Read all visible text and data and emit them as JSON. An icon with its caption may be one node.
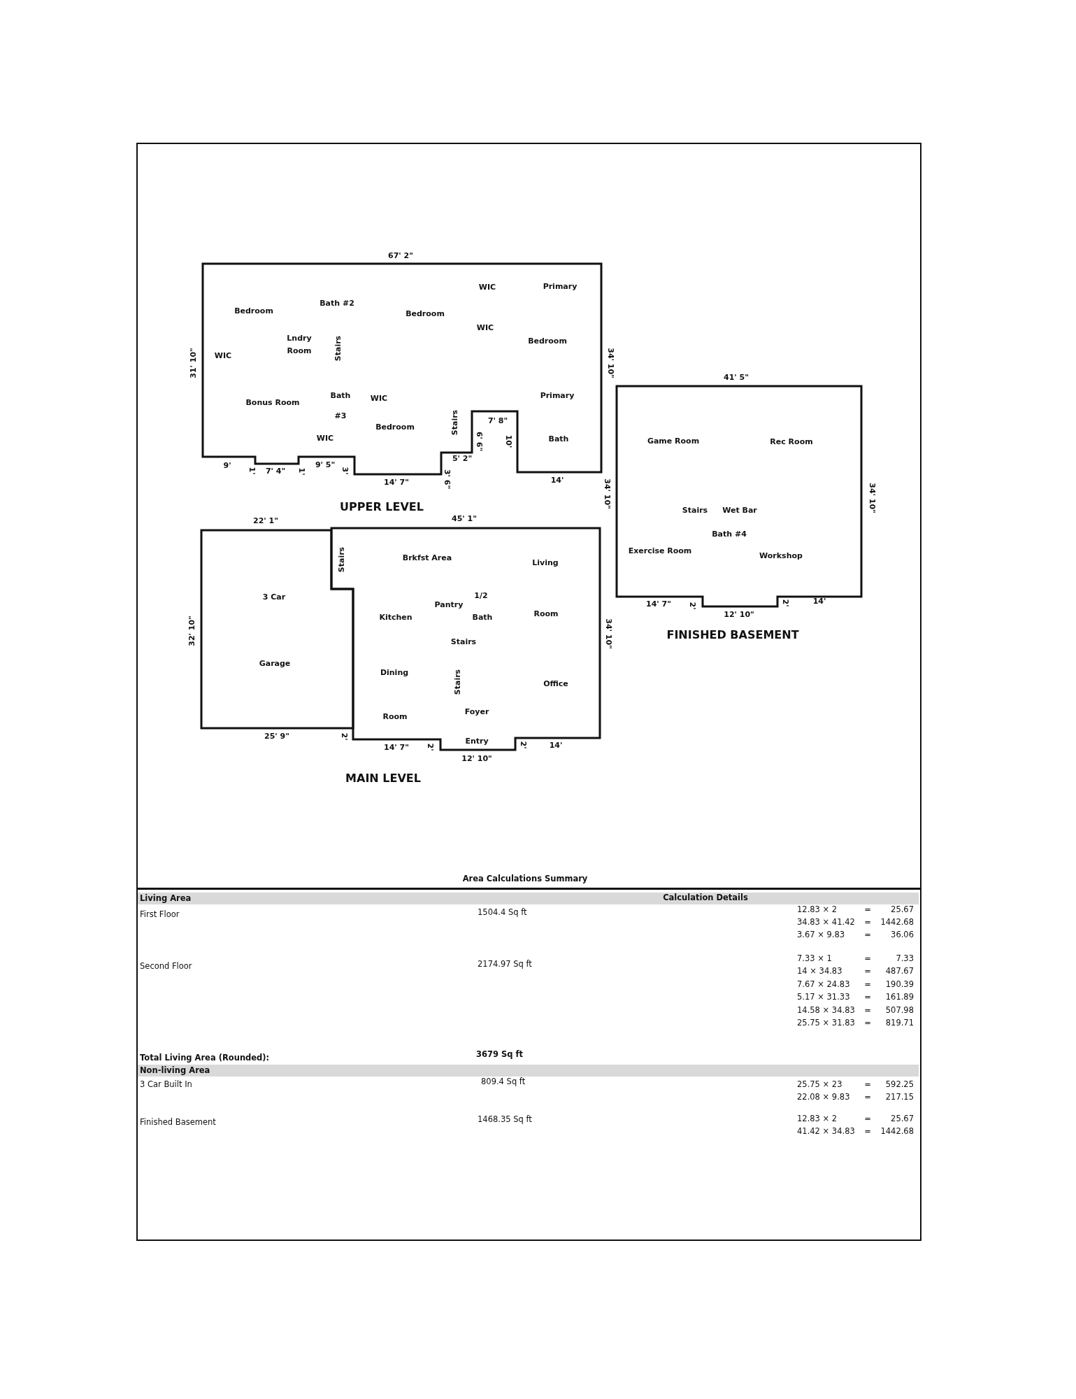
{
  "diagram": {
    "nodes": [
      {
        "text": [
          "WIC",
          "Primary",
          "Bath #2",
          "Bedroom",
          "Bedroom",
          "WIC",
          "Bedroom",
          "Lndry Room",
          "Stairs",
          "WIC",
          "Primary",
          "WIC",
          "Bonus Room",
          "Bath #3",
          "Stairs",
          "Bedroom",
          "Bath",
          "WIC",
          "UPPER LEVEL"
        ]
      },
      {
        "text": [
          "Game Room",
          "Rec Room",
          "Stairs",
          "Wet Bar",
          "Bath #4",
          "Exercise Room",
          "Workshop",
          "FINISHED BASEMENT"
        ]
      },
      {
        "text": [
          "3 Car",
          "Garage"
        ]
      },
      {
        "text": [
          "Brkfst Area",
          "Living",
          "Stairs",
          "1/2",
          "Pantry",
          "Room",
          "Kitchen",
          "Bath",
          "Stairs",
          "Dining",
          "Stairs",
          "Office",
          "Foyer",
          "Room",
          "Entry",
          "MAIN LEVEL"
        ]
      }
    ],
    "edges": [],
    "labels": [
      "67' 2\"",
      "31' 10\"",
      "34' 10\"",
      "9'",
      "1'",
      "7' 4\"",
      "1'",
      "9' 5\"",
      "3'",
      "14' 7\"",
      "3' 6\"",
      "5' 2\"",
      "6' 6\"",
      "7' 8\"",
      "10'",
      "14'",
      "41' 5\"",
      "34' 10\"",
      "34' 10\"",
      "14' 7\"",
      "2'",
      "12' 10\"",
      "2'",
      "14'",
      "22' 1\"",
      "45' 1\"",
      "32' 10\"",
      "34' 10\"",
      "25' 9\"",
      "2'",
      "14' 7\"",
      "2'",
      "12' 10\"",
      "2'",
      "14'",
      "Area Calculations Summary",
      "Living Area",
      "Calculation Details",
      "First Floor",
      "1504.4 Sq ft",
      "12.83 × 2",
      "=",
      "25.67",
      "34.83 × 41.42",
      "=",
      "1442.68",
      "3.67 × 9.83",
      "=",
      "36.06",
      "Second Floor",
      "2174.97 Sq ft",
      "7.33 × 1",
      "=",
      "7.33",
      "14 × 34.83",
      "=",
      "487.67",
      "7.67 × 24.83",
      "=",
      "190.39",
      "5.17 × 31.33",
      "=",
      "161.89",
      "14.58 × 34.83",
      "=",
      "507.98",
      "25.75 × 31.83",
      "=",
      "819.71",
      "Total Living Area (Rounded):",
      "3679 Sq ft",
      "Non-living Area",
      "3 Car Built In",
      "809.4 Sq ft",
      "25.75 × 23",
      "=",
      "592.25",
      "22.08 × 9.83",
      "=",
      "217.15",
      "Finished Basement",
      "1468.35 Sq ft",
      "12.83 × 2",
      "=",
      "25.67",
      "41.42 × 34.83",
      "=",
      "1442.68"
    ]
  }
}
